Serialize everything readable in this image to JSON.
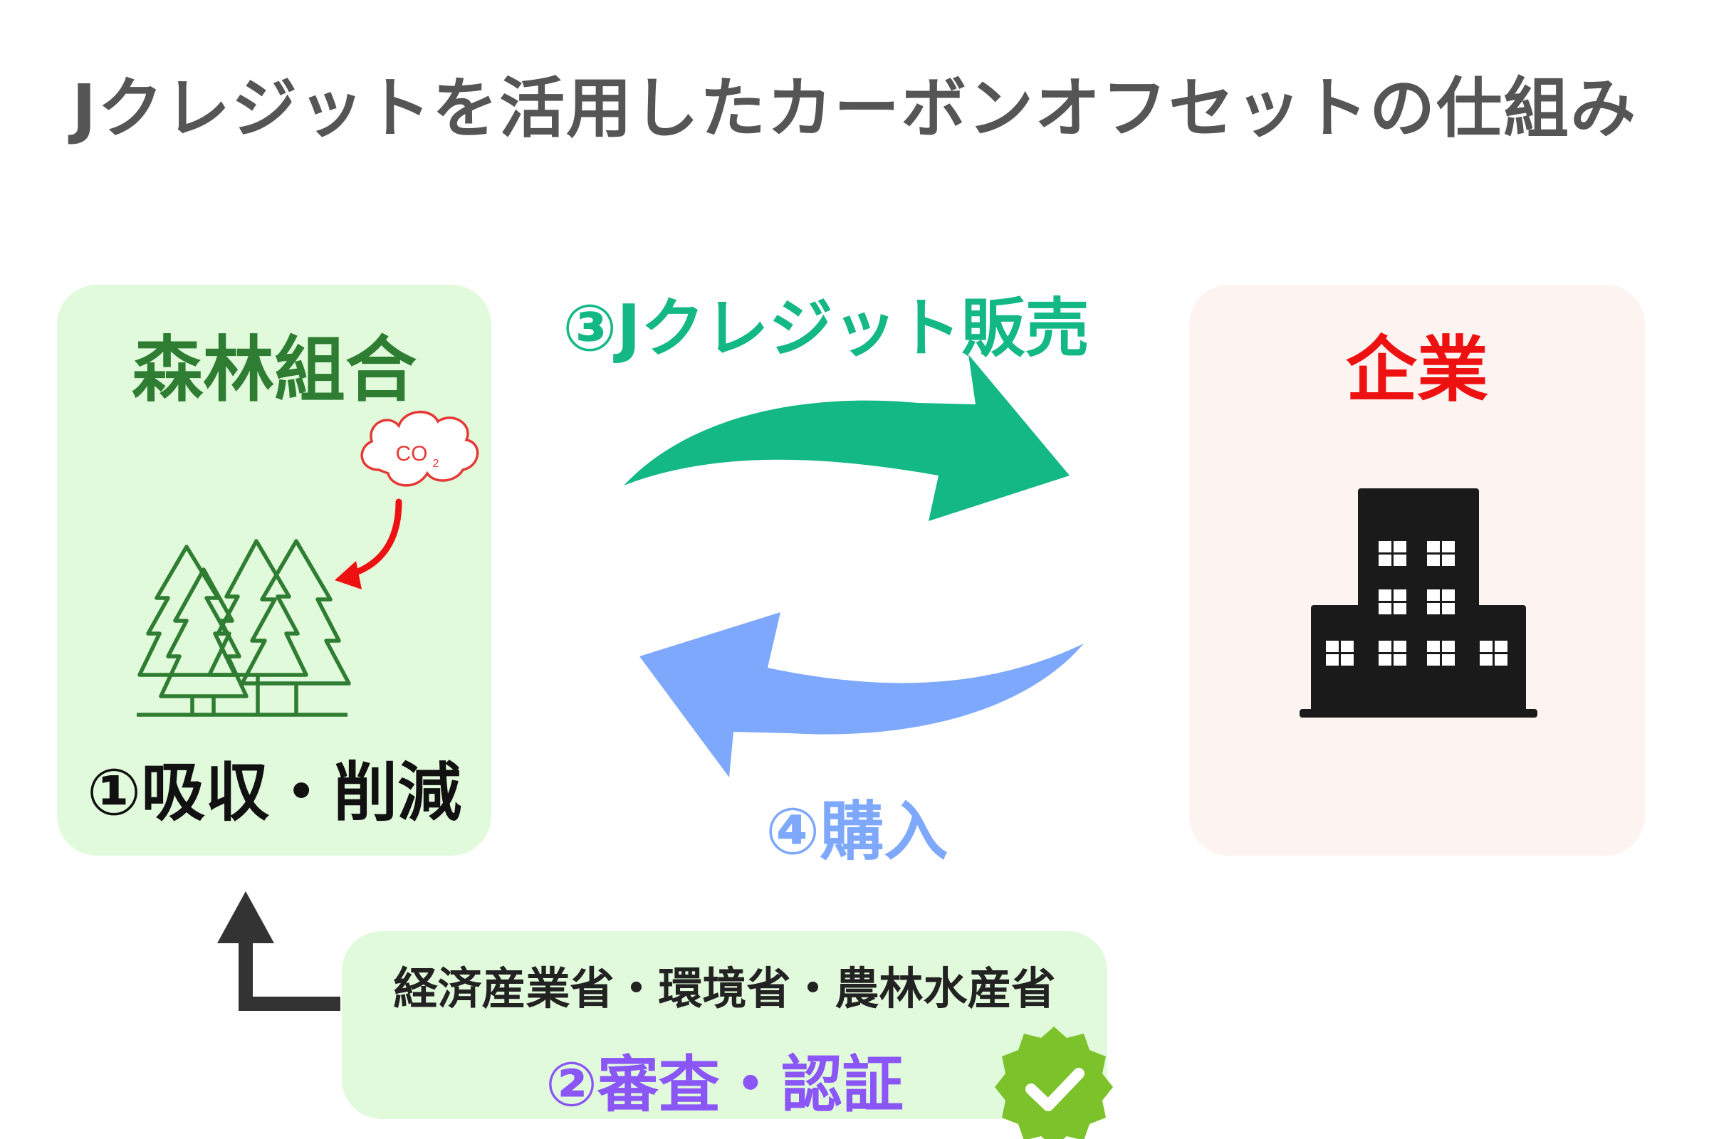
{
  "title": "Jクレジットを活用したカーボンオフセットの仕組み",
  "forest": {
    "title": "森林組合",
    "co2_label": "CO",
    "co2_subscript": "2",
    "caption": "①吸収・削減"
  },
  "company": {
    "title": "企業"
  },
  "flows": {
    "sell": "③Jクレジット販売",
    "buy": "④購入"
  },
  "government": {
    "ministries": "経済産業省・環境省・農林水産省",
    "certify": "②審査・認証"
  },
  "colors": {
    "forest_green": "#2e7d32",
    "panel_green_bg": "#e2fadc",
    "panel_pink_bg": "#fdf3f1",
    "company_red": "#ee1111",
    "sell_arrow": "#13b884",
    "buy_arrow": "#7ea8fb",
    "certify_purple": "#8a56f6",
    "check_badge": "#7cc22a",
    "building": "#1a1a1a",
    "feedback_arrow": "#333333",
    "co2_red": "#e53935"
  }
}
